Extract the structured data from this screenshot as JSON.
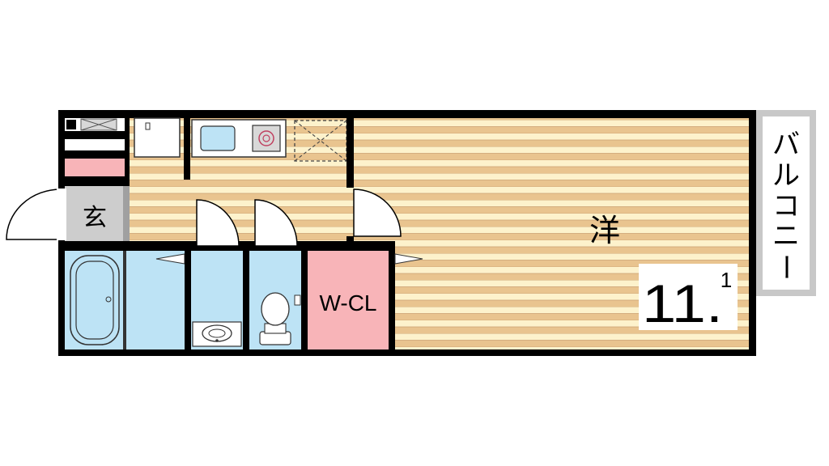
{
  "floor_plan": {
    "rooms": {
      "entrance": {
        "label": "玄"
      },
      "western_room": {
        "label": "洋",
        "area_int": "11.",
        "area_frac": "1"
      },
      "walk_in_closet": {
        "label": "W-CL"
      },
      "balcony": {
        "label_chars": [
          "バ",
          "ル",
          "コ",
          "ニ",
          "ー"
        ]
      }
    },
    "colors": {
      "wall": "#000000",
      "floor_stripe_light": "#fdf2cc",
      "floor_stripe_dark": "#e9c48f",
      "wet_area": "#bde3f5",
      "closet": "#f8b4b8",
      "entrance_floor": "#cdcdcd",
      "balcony_frame": "#c8c8c8"
    }
  }
}
